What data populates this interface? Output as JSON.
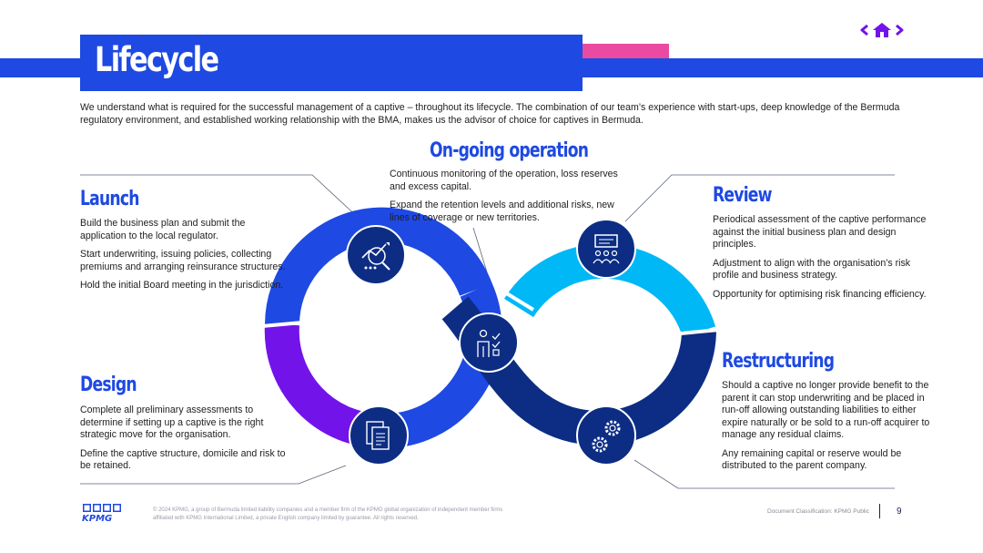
{
  "header": {
    "title": "Lifecycle"
  },
  "intro": "We understand what is required for the successful management of a captive  – throughout its lifecycle. The combination of our team’s experience with start-ups, deep knowledge of the Bermuda regulatory environment, and established working relationship with the BMA, makes us the advisor of choice for captives in Bermuda.",
  "stages": {
    "launch": {
      "heading": "Launch",
      "paragraphs": [
        "Build the business plan and submit the application to the local regulator.",
        "Start underwriting, issuing policies, collecting premiums and arranging reinsurance structures.",
        "Hold the initial Board meeting in the jurisdiction."
      ]
    },
    "design": {
      "heading": "Design",
      "paragraphs": [
        "Complete all preliminary assessments to determine if setting up a captive is the right strategic move for the organisation.",
        "Define the captive structure, domicile and risk to be retained."
      ]
    },
    "ongoing": {
      "heading": "On-going operation",
      "paragraphs": [
        "Continuous monitoring of the operation, loss reserves and excess capital.",
        "Expand the retention levels and additional risks, new lines of coverage or new territories."
      ]
    },
    "review": {
      "heading": "Review",
      "paragraphs": [
        "Periodical assessment of the captive performance against the initial business plan and design principles.",
        "Adjustment to align with the organisation’s risk profile and business strategy.",
        "Opportunity for optimising risk financing efficiency."
      ]
    },
    "restructuring": {
      "heading": "Restructuring",
      "paragraphs": [
        "Should a captive no longer provide benefit to the parent it can stop underwriting and be placed in run-off allowing outstanding liabilities to either expire naturally or be sold to a run-off acquirer to manage any residual claims.",
        "Any remaining capital or reserve would be distributed to the parent company."
      ]
    }
  },
  "colors": {
    "brand_blue": "#1e49e2",
    "dark_blue": "#0c2d83",
    "purple": "#7213ea",
    "cyan": "#00b8f5",
    "pink": "#ea4ba0"
  },
  "icons": {
    "nav_prev": "chevron-left-icon",
    "nav_home": "home-icon",
    "nav_next": "chevron-right-icon",
    "launch": "chart-magnifier-icon",
    "review": "presentation-group-icon",
    "ongoing": "person-checklist-icon",
    "design": "documents-icon",
    "restructuring": "gears-icon"
  },
  "footer": {
    "logo_text": "KPMG",
    "copyright": "© 2024 KPMG, a group of Bermuda limited liability companies and a member firm of the KPMG global organization of independent member firms affiliated with KPMG International Limited, a private English company limited by guarantee. All rights reserved.",
    "classification": "Document Classification: KPMG Public",
    "page_number": "9"
  }
}
